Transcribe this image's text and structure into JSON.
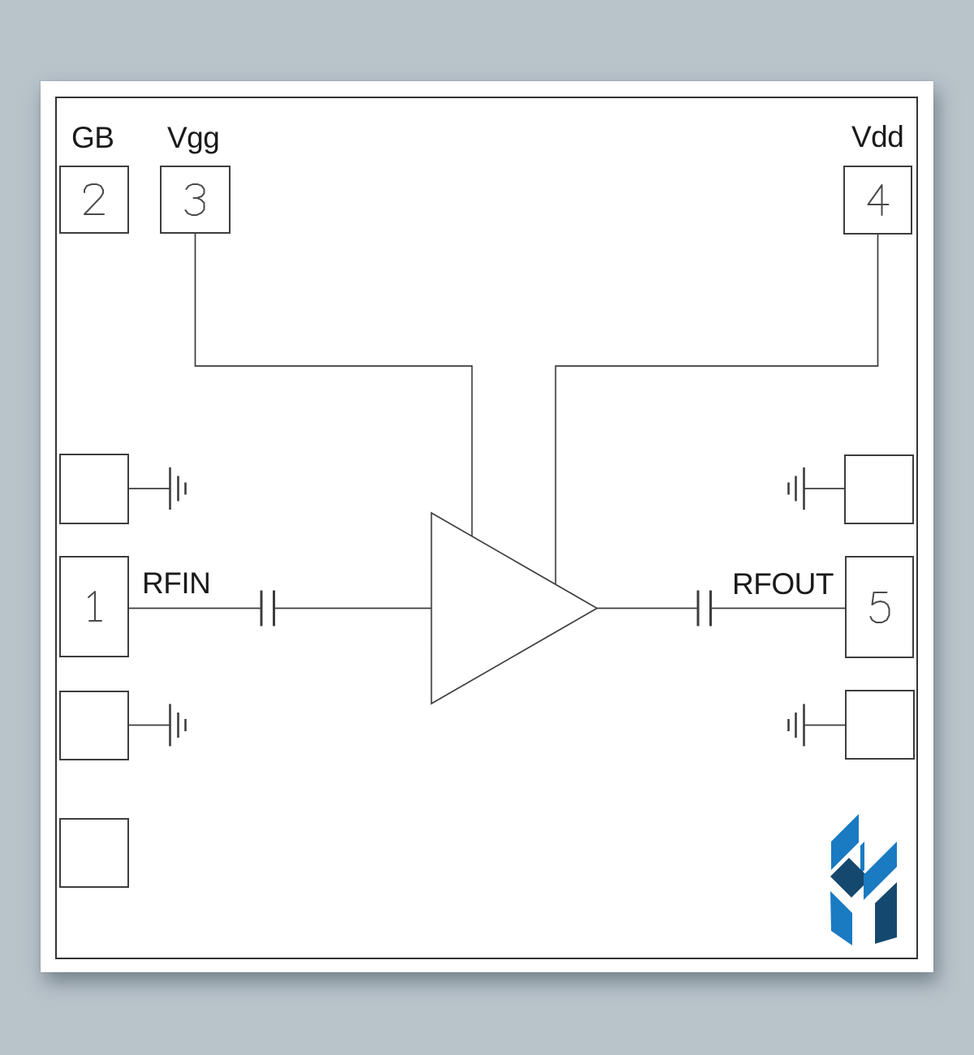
{
  "colors": {
    "background": "#b8c3ca",
    "paper": "#ffffff",
    "line": "#3d3d3d",
    "digit": "#4a4a4a",
    "text": "#1a1a1a",
    "logo_light_blue": "#1a7ac2",
    "logo_dark_blue": "#15486e"
  },
  "labels": {
    "gb": "GB",
    "vgg": "Vgg",
    "vdd": "Vdd",
    "rfin": "RFIN",
    "rfout": "RFOUT"
  },
  "pads": {
    "pad1": "1",
    "pad2": "2",
    "pad3": "3",
    "pad4": "4",
    "pad5": "5"
  }
}
